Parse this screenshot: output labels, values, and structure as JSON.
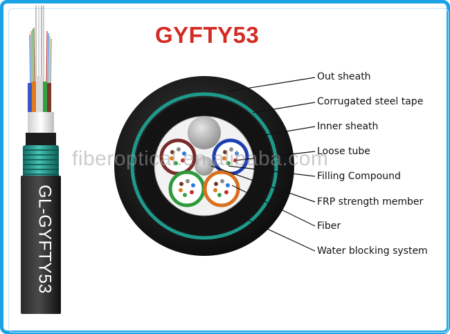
{
  "title": "GYFTY53",
  "watermark": "fiberoptical.en.alibaba.com",
  "cable_model_text": "GL-GYFTY53",
  "labels": [
    "Out sheath",
    "Corrugated steel tape",
    "Inner sheath",
    "Loose tube",
    "Filling Compound",
    "FRP strength member",
    "Fiber",
    "Water blocking system"
  ],
  "colors": {
    "frame": "#1aa3e6",
    "title": "#d32a22",
    "outer_sheath": "#1a1a1a",
    "steel_tape": "#1e9a8c",
    "tube_brown": "#7a2b2b",
    "tube_blue": "#1f3fb0",
    "tube_green": "#2f9a3c",
    "tube_orange": "#d8701f"
  }
}
